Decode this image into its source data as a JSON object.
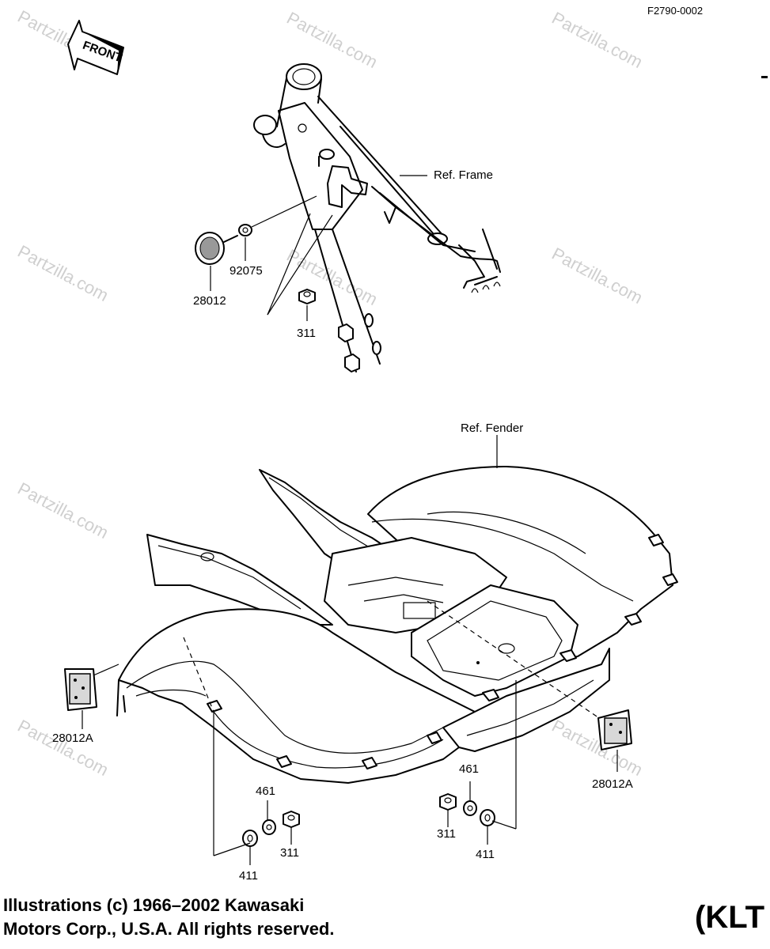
{
  "figure_code": "F2790-0002",
  "front_arrow_label": "FRONT",
  "watermark_text": "Partzilla.com",
  "labels": {
    "ref_frame": "Ref. Frame",
    "ref_fender": "Ref. Fender",
    "part_92075": "92075",
    "part_28012": "28012",
    "part_311_top": "311",
    "part_28012A_left": "28012A",
    "part_28012A_right": "28012A",
    "part_461_left": "461",
    "part_311_left": "311",
    "part_411_left": "411",
    "part_461_right": "461",
    "part_311_right": "311",
    "part_411_right": "411"
  },
  "copyright": {
    "line1": "Illustrations (c) 1966–2002 Kawasaki",
    "line2": "Motors Corp., U.S.A.  All rights reserved."
  },
  "model_code": "(KLT"
}
